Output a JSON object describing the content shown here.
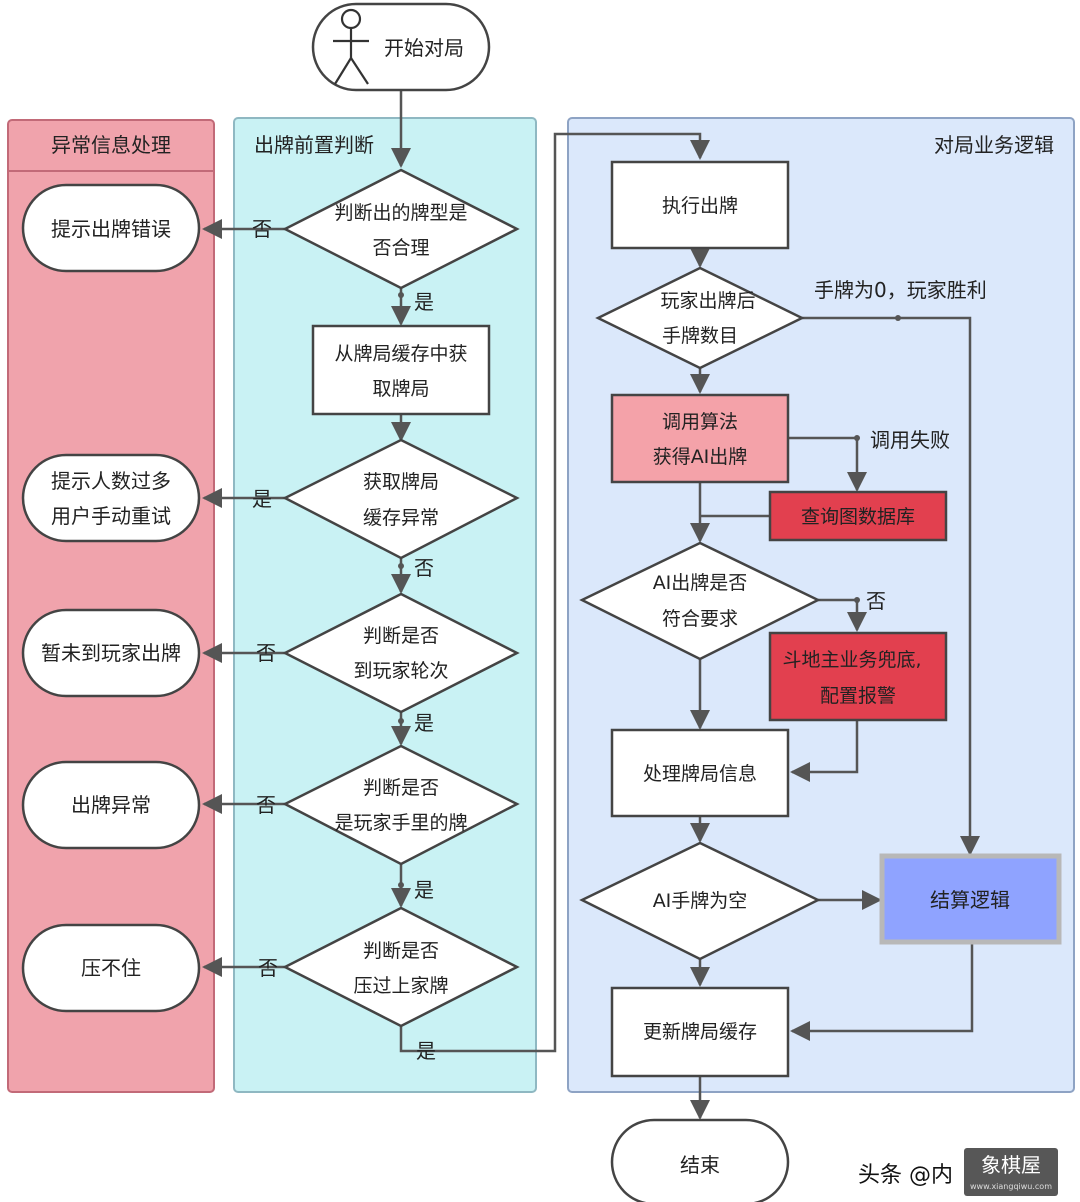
{
  "start": "开始对局",
  "end": "结束",
  "lanes": {
    "exception": "异常信息处理",
    "precheck": "出牌前置判断",
    "business": "对局业务逻辑"
  },
  "exception_nodes": [
    "提示出牌错误",
    "提示人数过多",
    "用户手动重试",
    "暂未到玩家出牌",
    "出牌异常",
    "压不住"
  ],
  "precheck_nodes": {
    "d1": [
      "判断出的牌型是",
      "否合理"
    ],
    "p1": [
      "从牌局缓存中获",
      "取牌局"
    ],
    "d2": [
      "获取牌局",
      "缓存异常"
    ],
    "d3": [
      "判断是否",
      "到玩家轮次"
    ],
    "d4": [
      "判断是否",
      "是玩家手里的牌"
    ],
    "d5": [
      "判断是否",
      "压过上家牌"
    ]
  },
  "business_nodes": {
    "exec": "执行出牌",
    "count": [
      "玩家出牌后",
      "手牌数目"
    ],
    "algo": [
      "调用算法",
      "获得AI出牌"
    ],
    "graph": "查询图数据库",
    "ai_ok": [
      "AI出牌是否",
      "符合要求"
    ],
    "fallback": [
      "斗地主业务兜底,",
      "配置报警"
    ],
    "process": "处理牌局信息",
    "ai_empty": "AI手牌为空",
    "settle": "结算逻辑",
    "update": "更新牌局缓存"
  },
  "edge_labels": {
    "no": "否",
    "yes": "是",
    "win": "手牌为0，玩家胜利",
    "fail": "调用失败"
  },
  "watermark": {
    "source": "头条 @内",
    "logo": "象棋屋",
    "logo_url": "www.xiangqiwu.com"
  },
  "colors": {
    "lane_red_bg": "#f0a3ac",
    "lane_red_border": "#c26a78",
    "lane_cyan_bg": "#c9f2f4",
    "lane_cyan_border": "#8fb8c2",
    "lane_blue_bg": "#dbe8fb",
    "lane_blue_border": "#8ea3c4",
    "pink_box": "#f4a2a9",
    "red_box": "#e2404f",
    "settle_box": "#8fa3ff",
    "line": "#555555"
  }
}
